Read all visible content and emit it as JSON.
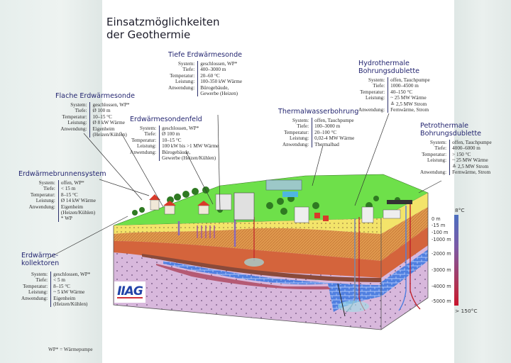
{
  "title": {
    "line1": "Einsatzmöglichkeiten",
    "line2": "der Geothermie"
  },
  "labels": {
    "system": "System:",
    "tiefe": "Tiefe:",
    "temperatur": "Temperatur:",
    "leistung": "Leistung:",
    "anwendung": "Anwendung:"
  },
  "systems": {
    "tiefe_erdwaermesonde": {
      "name": "Tiefe Erdwärmesonde",
      "system": "geschlossen, WP*",
      "tiefe": "400–3000 m",
      "temperatur": "20–60 °C",
      "leistung": "100-350 kW Wärme",
      "anwendung1": "Bürogebäude,",
      "anwendung2": "Gewerbe (Heizen)"
    },
    "flache_erdwaermesonde": {
      "name": "Flache Erdwärmesonde",
      "system": "geschlossen, WP*",
      "tiefe": "Ø 100 m",
      "temperatur": "10–15 °C",
      "leistung": "Ø 8 kW Wärme",
      "anwendung1": "Eigenheim",
      "anwendung2": "(Heizen/Kühlen)"
    },
    "erdwaermesondenfeld": {
      "name": "Erdwärmesondenfeld",
      "system": "geschlossen, WP*",
      "tiefe": "Ø 100 m",
      "temperatur": "10–15 °C",
      "leistung": "100 kW bis >1 MW Wärme",
      "anwendung1": "Bürogebäude,",
      "anwendung2": "Gewerbe (Heizen/Kühlen)"
    },
    "thermalwasserbohrung": {
      "name": "Thermalwasserbohrung",
      "system": "offen, Tauchpumpe",
      "tiefe": "100–3000 m",
      "temperatur": "20–100 °C",
      "leistung": "0,02-4 MW Wärme",
      "anwendung1": "Thermalbad"
    },
    "hydrothermale_dublette": {
      "name1": "Hydrothermale",
      "name2": "Bohrungsdublette",
      "system": "offen, Tauchpumpe",
      "tiefe": "1000–4500 m",
      "temperatur": "40–150 °C",
      "leistung1": "~ 25 MW Wärme",
      "leistung2": "≙ 2,5 MW Strom",
      "anwendung1": "Fernwärme, Strom"
    },
    "petrothermale_dublette": {
      "name1": "Petrothermale",
      "name2": "Bohrungsdublette",
      "system": "offen, Tauchpumpe",
      "tiefe": "4000–6000 m",
      "temperatur": "> 150 °C",
      "leistung1": "~ 25 MW Wärme",
      "leistung2": "≙ 2,5 MW Strom",
      "anwendung1": "Fernwärme, Strom"
    },
    "erdwaermebrunnensystem": {
      "name": "Erdwärmebrunnensystem",
      "system": "offen, WP*",
      "tiefe": "< 15 m",
      "temperatur": "8–15 °C",
      "leistung": "Ø 14 kW Wärme",
      "anwendung1": "Eigenheim",
      "anwendung2": "(Heizen/Kühlen)",
      "anwendung3": "* WP"
    },
    "erdwaermekollektoren": {
      "name1": "Erdwärme-",
      "name2": "kollektoren",
      "system": "geschlossen, WP*",
      "tiefe": "< 5 m",
      "temperatur": "8–15 °C",
      "leistung": "~ 5 kW Wärme",
      "anwendung1": "Eigenheim",
      "anwendung2": "(Heizen/Kühlen)"
    }
  },
  "depth_scale": [
    "0 m",
    "-15 m",
    "-100 m",
    "-1000 m",
    "-2000 m",
    "-3000 m",
    "-4000 m",
    "-5000 m"
  ],
  "temperature_scale": {
    "top": "8°C",
    "bottom": "> 150°C",
    "color_top": "#4b6fbf",
    "color_bottom": "#c8152d"
  },
  "logo": "IIAG",
  "footnote": "WP* = Wärmepumpe",
  "colors": {
    "title_heading": "#242670",
    "grass": "#6ee04a",
    "sand": "#f3e46a",
    "clay": "#e09a4e",
    "red_layer": "#d4643c",
    "aquifer": "#4f7fe0",
    "basement": "#d8b8dc"
  }
}
